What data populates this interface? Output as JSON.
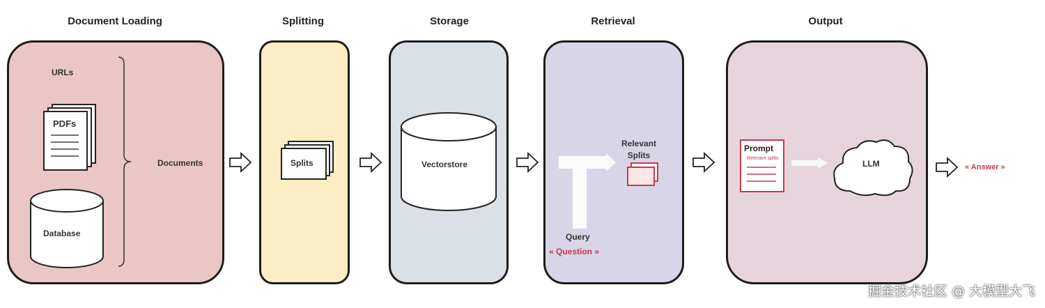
{
  "stages": [
    {
      "id": "loading",
      "title": "Document Loading",
      "fill": "#ebc6c6"
    },
    {
      "id": "splitting",
      "title": "Splitting",
      "fill": "#fbedc4"
    },
    {
      "id": "storage",
      "title": "Storage",
      "fill": "#dbe0e6"
    },
    {
      "id": "retrieval",
      "title": "Retrieval",
      "fill": "#d8d6e6"
    },
    {
      "id": "output",
      "title": "Output",
      "fill": "#e6d4dd"
    }
  ],
  "loading": {
    "urls": "URLs",
    "pdfs": "PDFs",
    "database": "Database",
    "documents": "Documents"
  },
  "splitting": {
    "splits": "Splits"
  },
  "storage": {
    "vectorstore": "Vectorstore"
  },
  "retrieval": {
    "relevant_splits": "Relevant\nSplits",
    "query": "Query",
    "question": "« Question »"
  },
  "output": {
    "prompt": "Prompt",
    "prompt_sub": "Relevant splits",
    "llm": "LLM",
    "answer": "« Answer »"
  },
  "watermark": "掘金技术社区 @ 大模型大飞",
  "colors": {
    "accent": "#c8384e",
    "border": "#1c1c1c"
  }
}
